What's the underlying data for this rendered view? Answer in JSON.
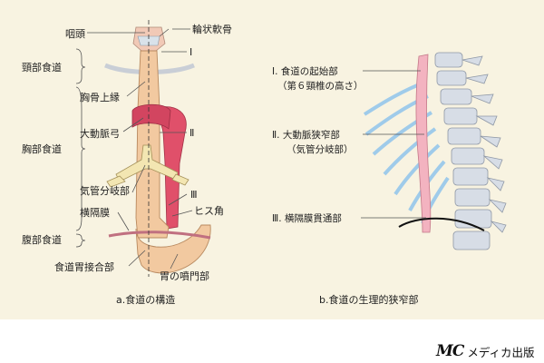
{
  "left_labels": {
    "pharynx": "咽頭",
    "cervical": "頸部食道",
    "sternal_margin": "胸骨上縁",
    "aortic_arch": "大動脈弓",
    "thoracic": "胸部食道",
    "bifurcation": "気管分岐部",
    "diaphragm": "横隔膜",
    "abdominal": "腹部食道",
    "ge_junction": "食道胃接合部"
  },
  "right_labels": {
    "cricoid": "輪状軟骨",
    "roman1": "Ⅰ",
    "roman2": "Ⅱ",
    "roman3": "Ⅲ",
    "his_angle": "ヒス角",
    "cardia": "胃の噴門部"
  },
  "narrowings": {
    "n1_title": "Ⅰ. 食道の起始部",
    "n1_sub": "（第６頸椎の高さ）",
    "n2_title": "Ⅱ. 大動脈狭窄部",
    "n2_sub": "（気管分岐部）",
    "n3_title": "Ⅲ. 横隔膜貫通部"
  },
  "captions": {
    "left": "a.食道の構造",
    "right": "b.食道の生理的狭窄部"
  },
  "logo": {
    "mark": "MC",
    "text": "メディカ出版"
  },
  "colors": {
    "panel_bg": "#f8f3e1",
    "esophagus": "#f2c9a0",
    "aorta": "#e0506a",
    "trachea": "#f3e6b2",
    "spine": "#d7dde6",
    "ribs": "#9fcbea",
    "esophagus_profile": "#f3b3c0"
  }
}
